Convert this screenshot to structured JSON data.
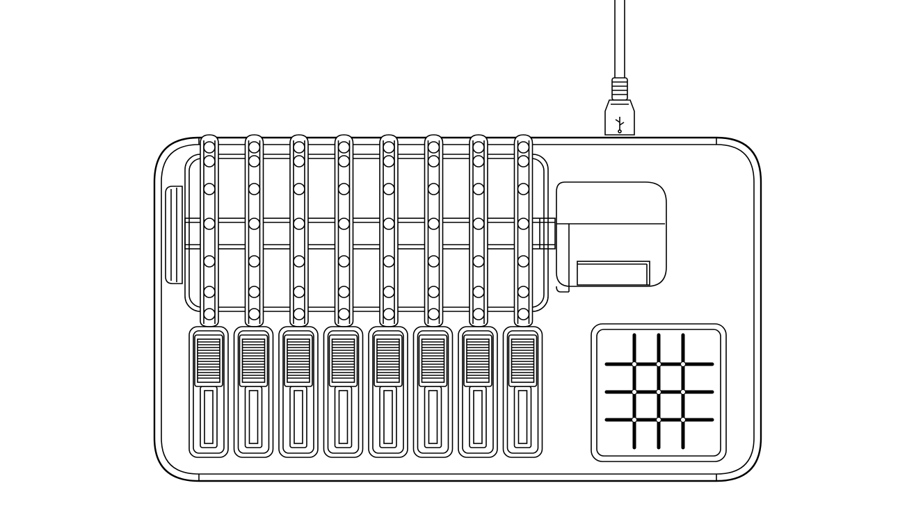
{
  "drawing": {
    "subject": "",
    "channel_count": 8,
    "usb_icon": "usb-icon",
    "line_color": "#000000",
    "background_color": "#ffffff",
    "grid_pad": {
      "rows": 3,
      "cols": 3
    }
  }
}
